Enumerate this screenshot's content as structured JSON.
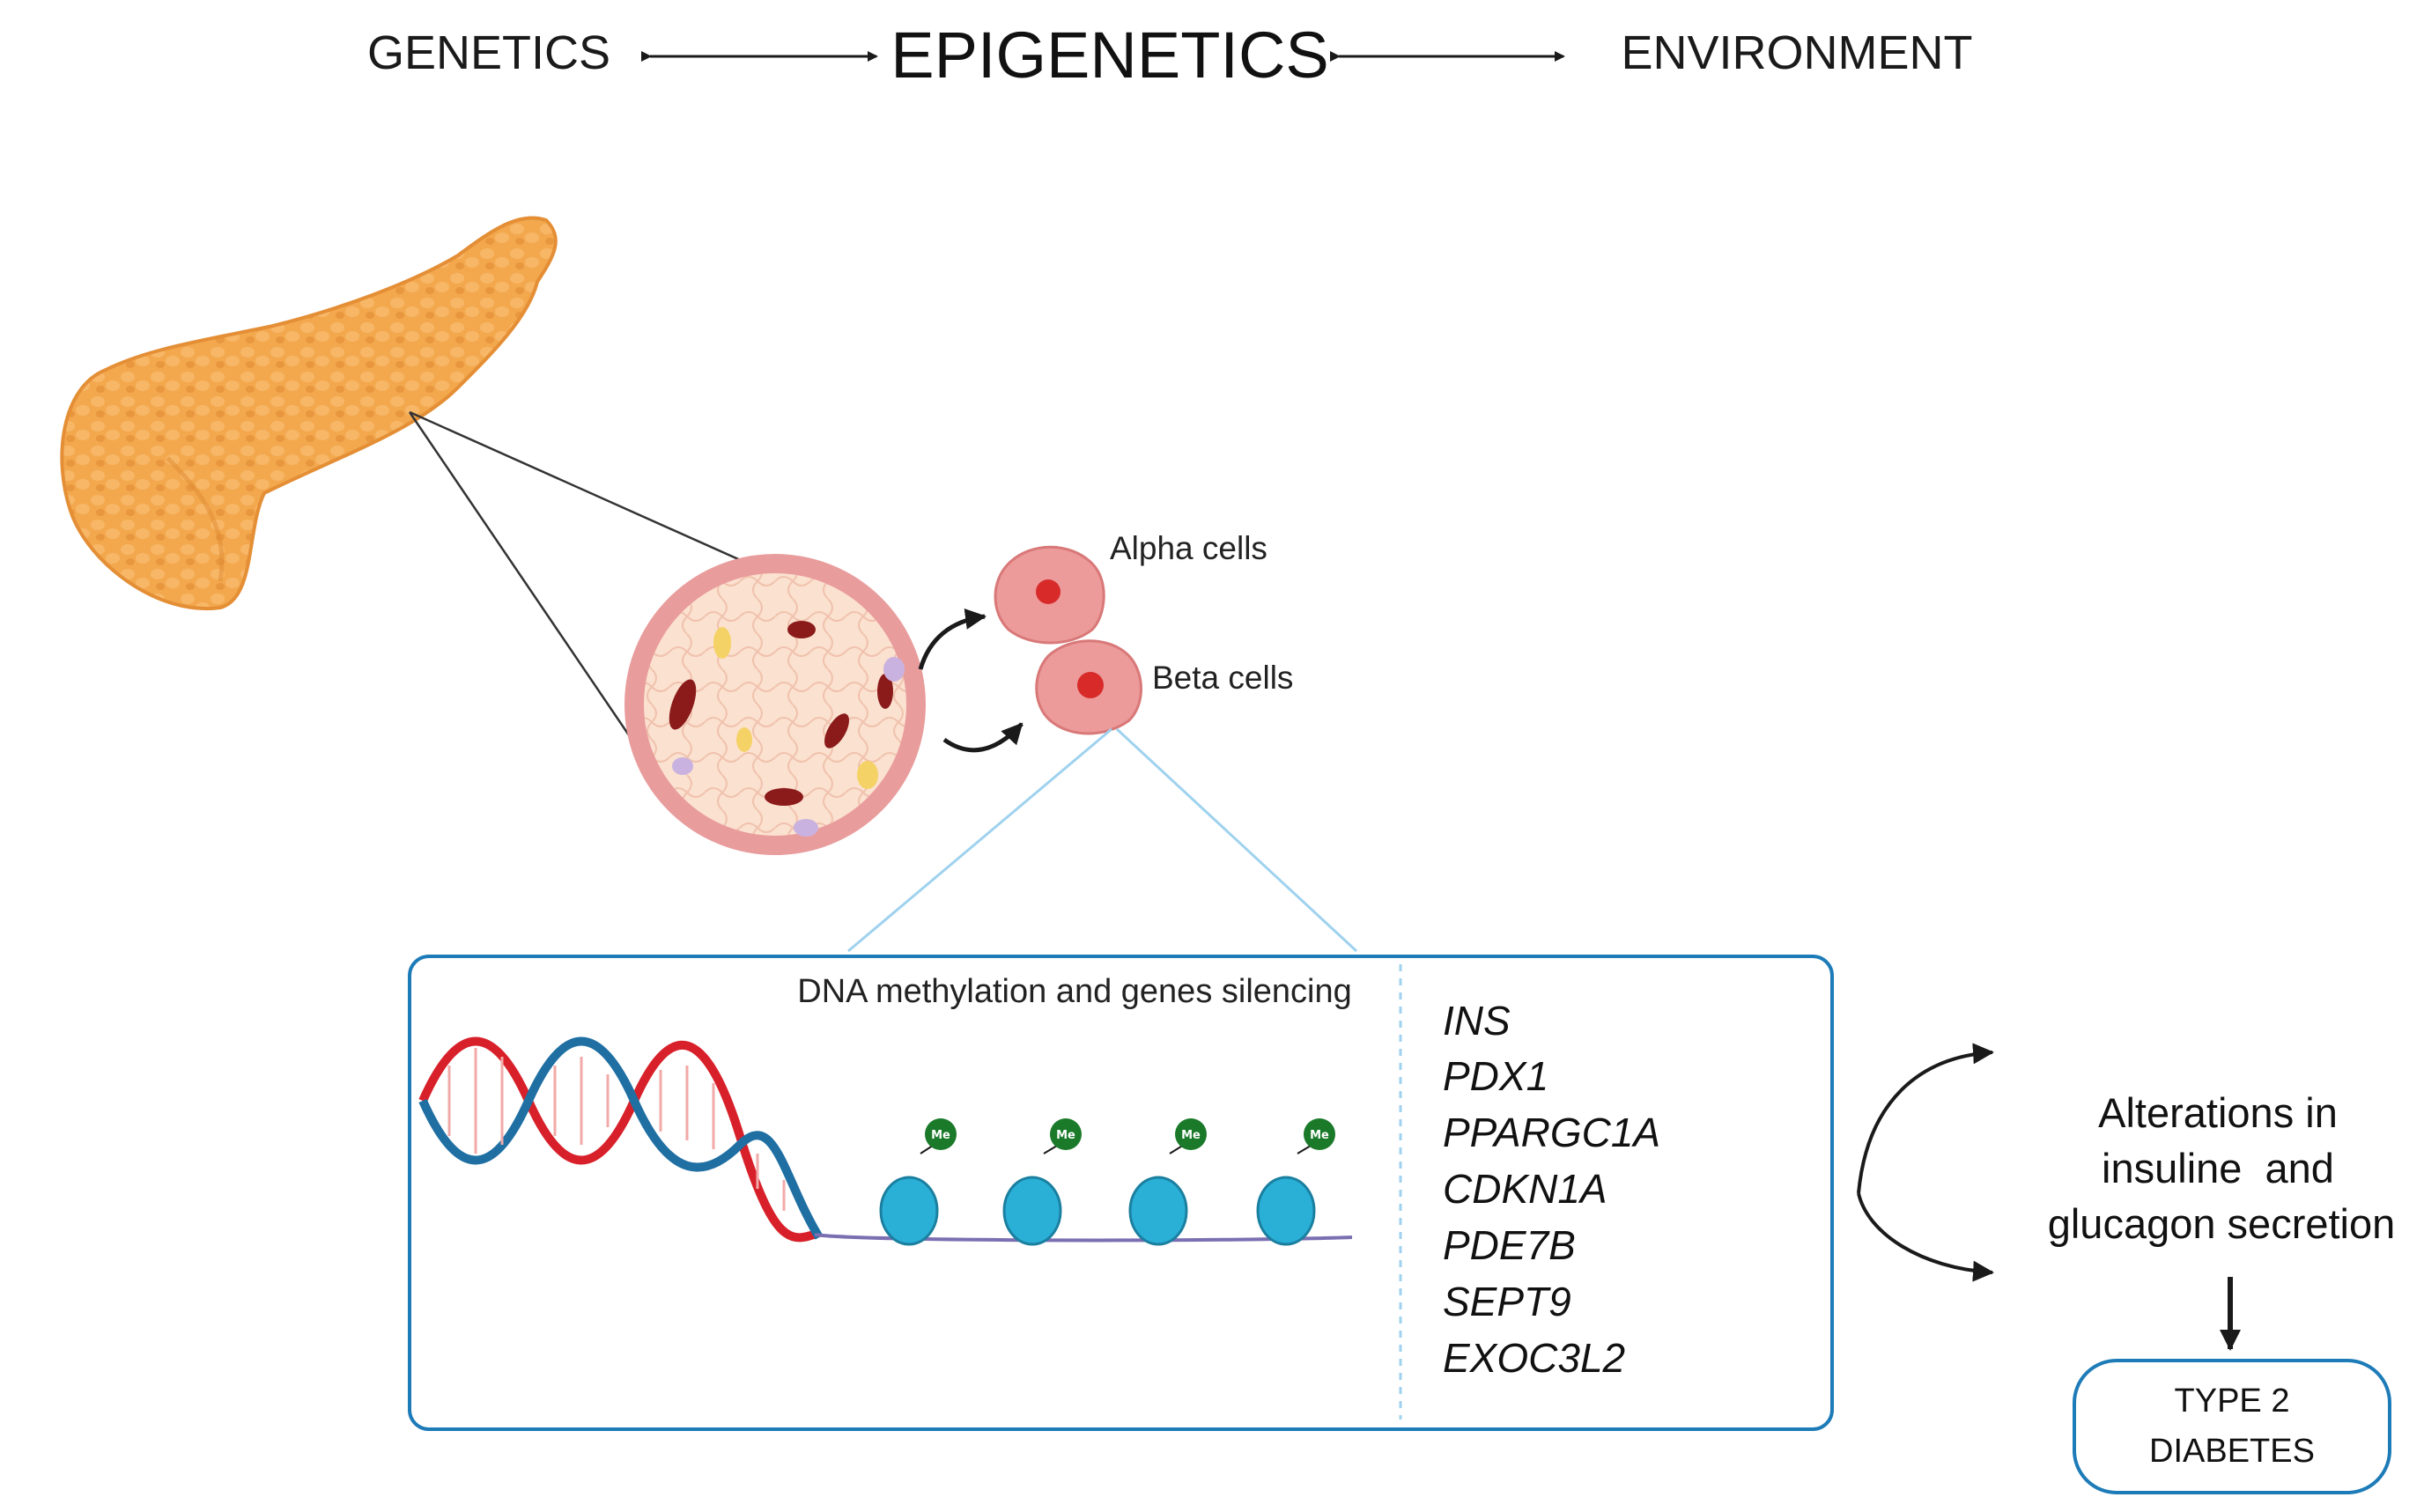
{
  "header": {
    "left": "GENETICS",
    "center": "EPIGENETICS",
    "right": "ENVIRONMENT"
  },
  "cells": {
    "alpha": "Alpha cells",
    "beta": "Beta cells"
  },
  "methylation_box": {
    "title": "DNA methylation and genes silencing",
    "genes": [
      "INS",
      "PDX1",
      "PPARGC1A",
      "CDKN1A",
      "PDE7B",
      "SEPT9",
      "EXOC3L2"
    ],
    "marker_label": "Me"
  },
  "outcome": {
    "lines": [
      "Alterations in",
      "insuline  and",
      "glucagon secretion"
    ],
    "result_lines": [
      "TYPE 2",
      "DIABETES"
    ]
  },
  "colors": {
    "pancreas": "#f3a84e",
    "islet_border": "#e9a3a3",
    "cell_fill": "#ec9a9a",
    "cell_nucleus": "#d92a2a",
    "box_border": "#1d7bb8",
    "dna_red": "#d8202a",
    "dna_blue": "#1f6fa3",
    "nucleosome": "#2ab0d6",
    "methyl": "#1a7a2a",
    "zoom_line": "#9fd2ef"
  }
}
